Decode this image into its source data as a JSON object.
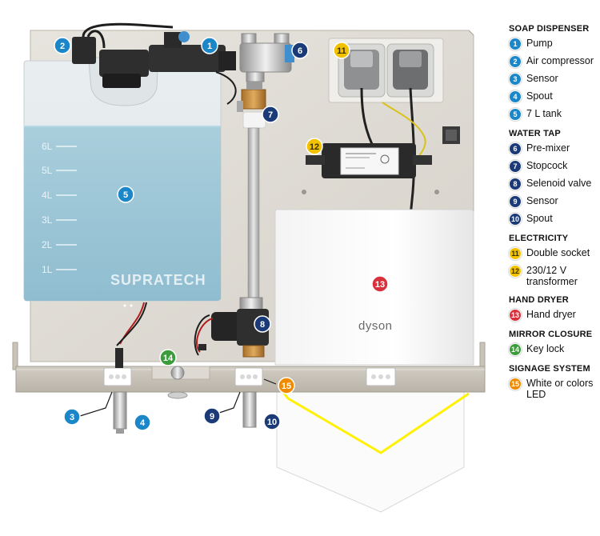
{
  "diagram": {
    "tank_marks": [
      "6L",
      "5L",
      "4L",
      "3L",
      "2L",
      "1L"
    ],
    "tank_brand": "SUPRATECH",
    "dryer_brand": "dyson"
  },
  "colors": {
    "soap_dispenser": "#1b87c9",
    "water_tap": "#1a3a78",
    "electricity": "#f2c200",
    "hand_dryer": "#d9313c",
    "mirror_closure": "#3c9b3a",
    "signage_system": "#f08a00",
    "led_strip": "#fff100"
  },
  "badges": [
    {
      "num": "1",
      "group": "soap_dispenser"
    },
    {
      "num": "2",
      "group": "soap_dispenser"
    },
    {
      "num": "3",
      "group": "soap_dispenser"
    },
    {
      "num": "4",
      "group": "soap_dispenser"
    },
    {
      "num": "5",
      "group": "soap_dispenser"
    },
    {
      "num": "6",
      "group": "water_tap"
    },
    {
      "num": "7",
      "group": "water_tap"
    },
    {
      "num": "8",
      "group": "water_tap"
    },
    {
      "num": "9",
      "group": "water_tap"
    },
    {
      "num": "10",
      "group": "water_tap"
    },
    {
      "num": "11",
      "group": "electricity"
    },
    {
      "num": "12",
      "group": "electricity"
    },
    {
      "num": "13",
      "group": "hand_dryer"
    },
    {
      "num": "14",
      "group": "mirror_closure"
    },
    {
      "num": "15",
      "group": "signage_system"
    }
  ],
  "legend": [
    {
      "title": "SOAP DISPENSER",
      "group": "soap_dispenser",
      "items": [
        {
          "num": "1",
          "label": "Pump"
        },
        {
          "num": "2",
          "label": "Air compressor"
        },
        {
          "num": "3",
          "label": "Sensor"
        },
        {
          "num": "4",
          "label": "Spout"
        },
        {
          "num": "5",
          "label": "7 L tank"
        }
      ]
    },
    {
      "title": "WATER TAP",
      "group": "water_tap",
      "items": [
        {
          "num": "6",
          "label": "Pre-mixer"
        },
        {
          "num": "7",
          "label": "Stopcock"
        },
        {
          "num": "8",
          "label": "Selenoid valve"
        },
        {
          "num": "9",
          "label": "Sensor"
        },
        {
          "num": "10",
          "label": "Spout"
        }
      ]
    },
    {
      "title": "ELECTRICITY",
      "group": "electricity",
      "items": [
        {
          "num": "11",
          "label": "Double socket"
        },
        {
          "num": "12",
          "label": "230/12 V transformer"
        }
      ]
    },
    {
      "title": "HAND DRYER",
      "group": "hand_dryer",
      "items": [
        {
          "num": "13",
          "label": "Hand dryer"
        }
      ]
    },
    {
      "title": "MIRROR CLOSURE",
      "group": "mirror_closure",
      "items": [
        {
          "num": "14",
          "label": "Key lock"
        }
      ]
    },
    {
      "title": "SIGNAGE SYSTEM",
      "group": "signage_system",
      "items": [
        {
          "num": "15",
          "label": "White or colors LED"
        }
      ]
    }
  ]
}
